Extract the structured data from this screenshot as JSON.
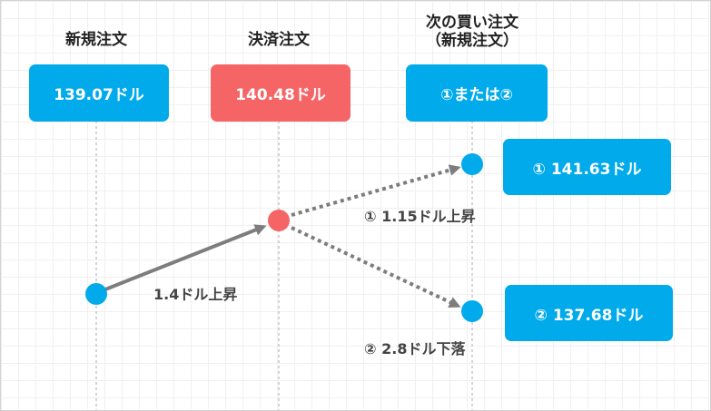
{
  "columns": {
    "new_order": {
      "heading": "新規注文",
      "price": "139.07ドル"
    },
    "close_order": {
      "heading": "決済注文",
      "price": "140.48ドル"
    },
    "next_order": {
      "heading_line1": "次の買い注文",
      "heading_line2": "（新規注文）",
      "box_label": "①または②"
    }
  },
  "outcomes": {
    "up": {
      "price": "① 141.63ドル",
      "move": "① 1.15ドル上昇"
    },
    "down": {
      "price": "② 137.68ドル",
      "move": "② 2.8ドル下落"
    }
  },
  "first_move": "1.4ドル上昇",
  "colors": {
    "blue": "#00aaeb",
    "red": "#f56565",
    "arrow": "#7d7d7d",
    "guide": "#aaaaaa"
  }
}
